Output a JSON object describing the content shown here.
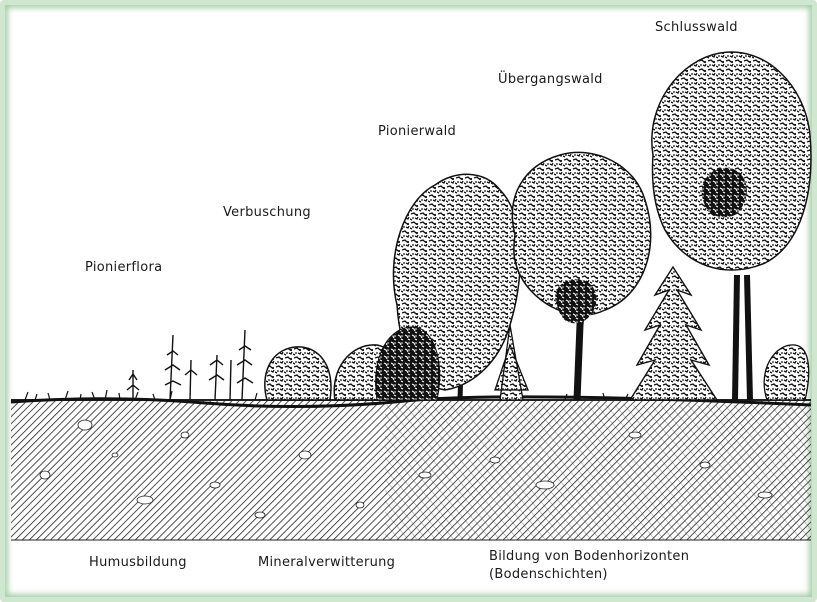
{
  "stages": {
    "pionierflora": "Pionierflora",
    "verbuschung": "Verbuschung",
    "pionierwald": "Pionierwald",
    "uebergangswald": "Übergangswald",
    "schlusswald": "Schlusswald"
  },
  "soil": {
    "humus": "Humusbildung",
    "mineral": "Mineralverwitterung",
    "horizonte_line1": "Bildung von Bodenhorizonten",
    "horizonte_line2": "(Bodenschichten)"
  },
  "colors": {
    "frame": "#a9cfa9",
    "ink": "#1a1a1a",
    "background": "#ffffff"
  }
}
